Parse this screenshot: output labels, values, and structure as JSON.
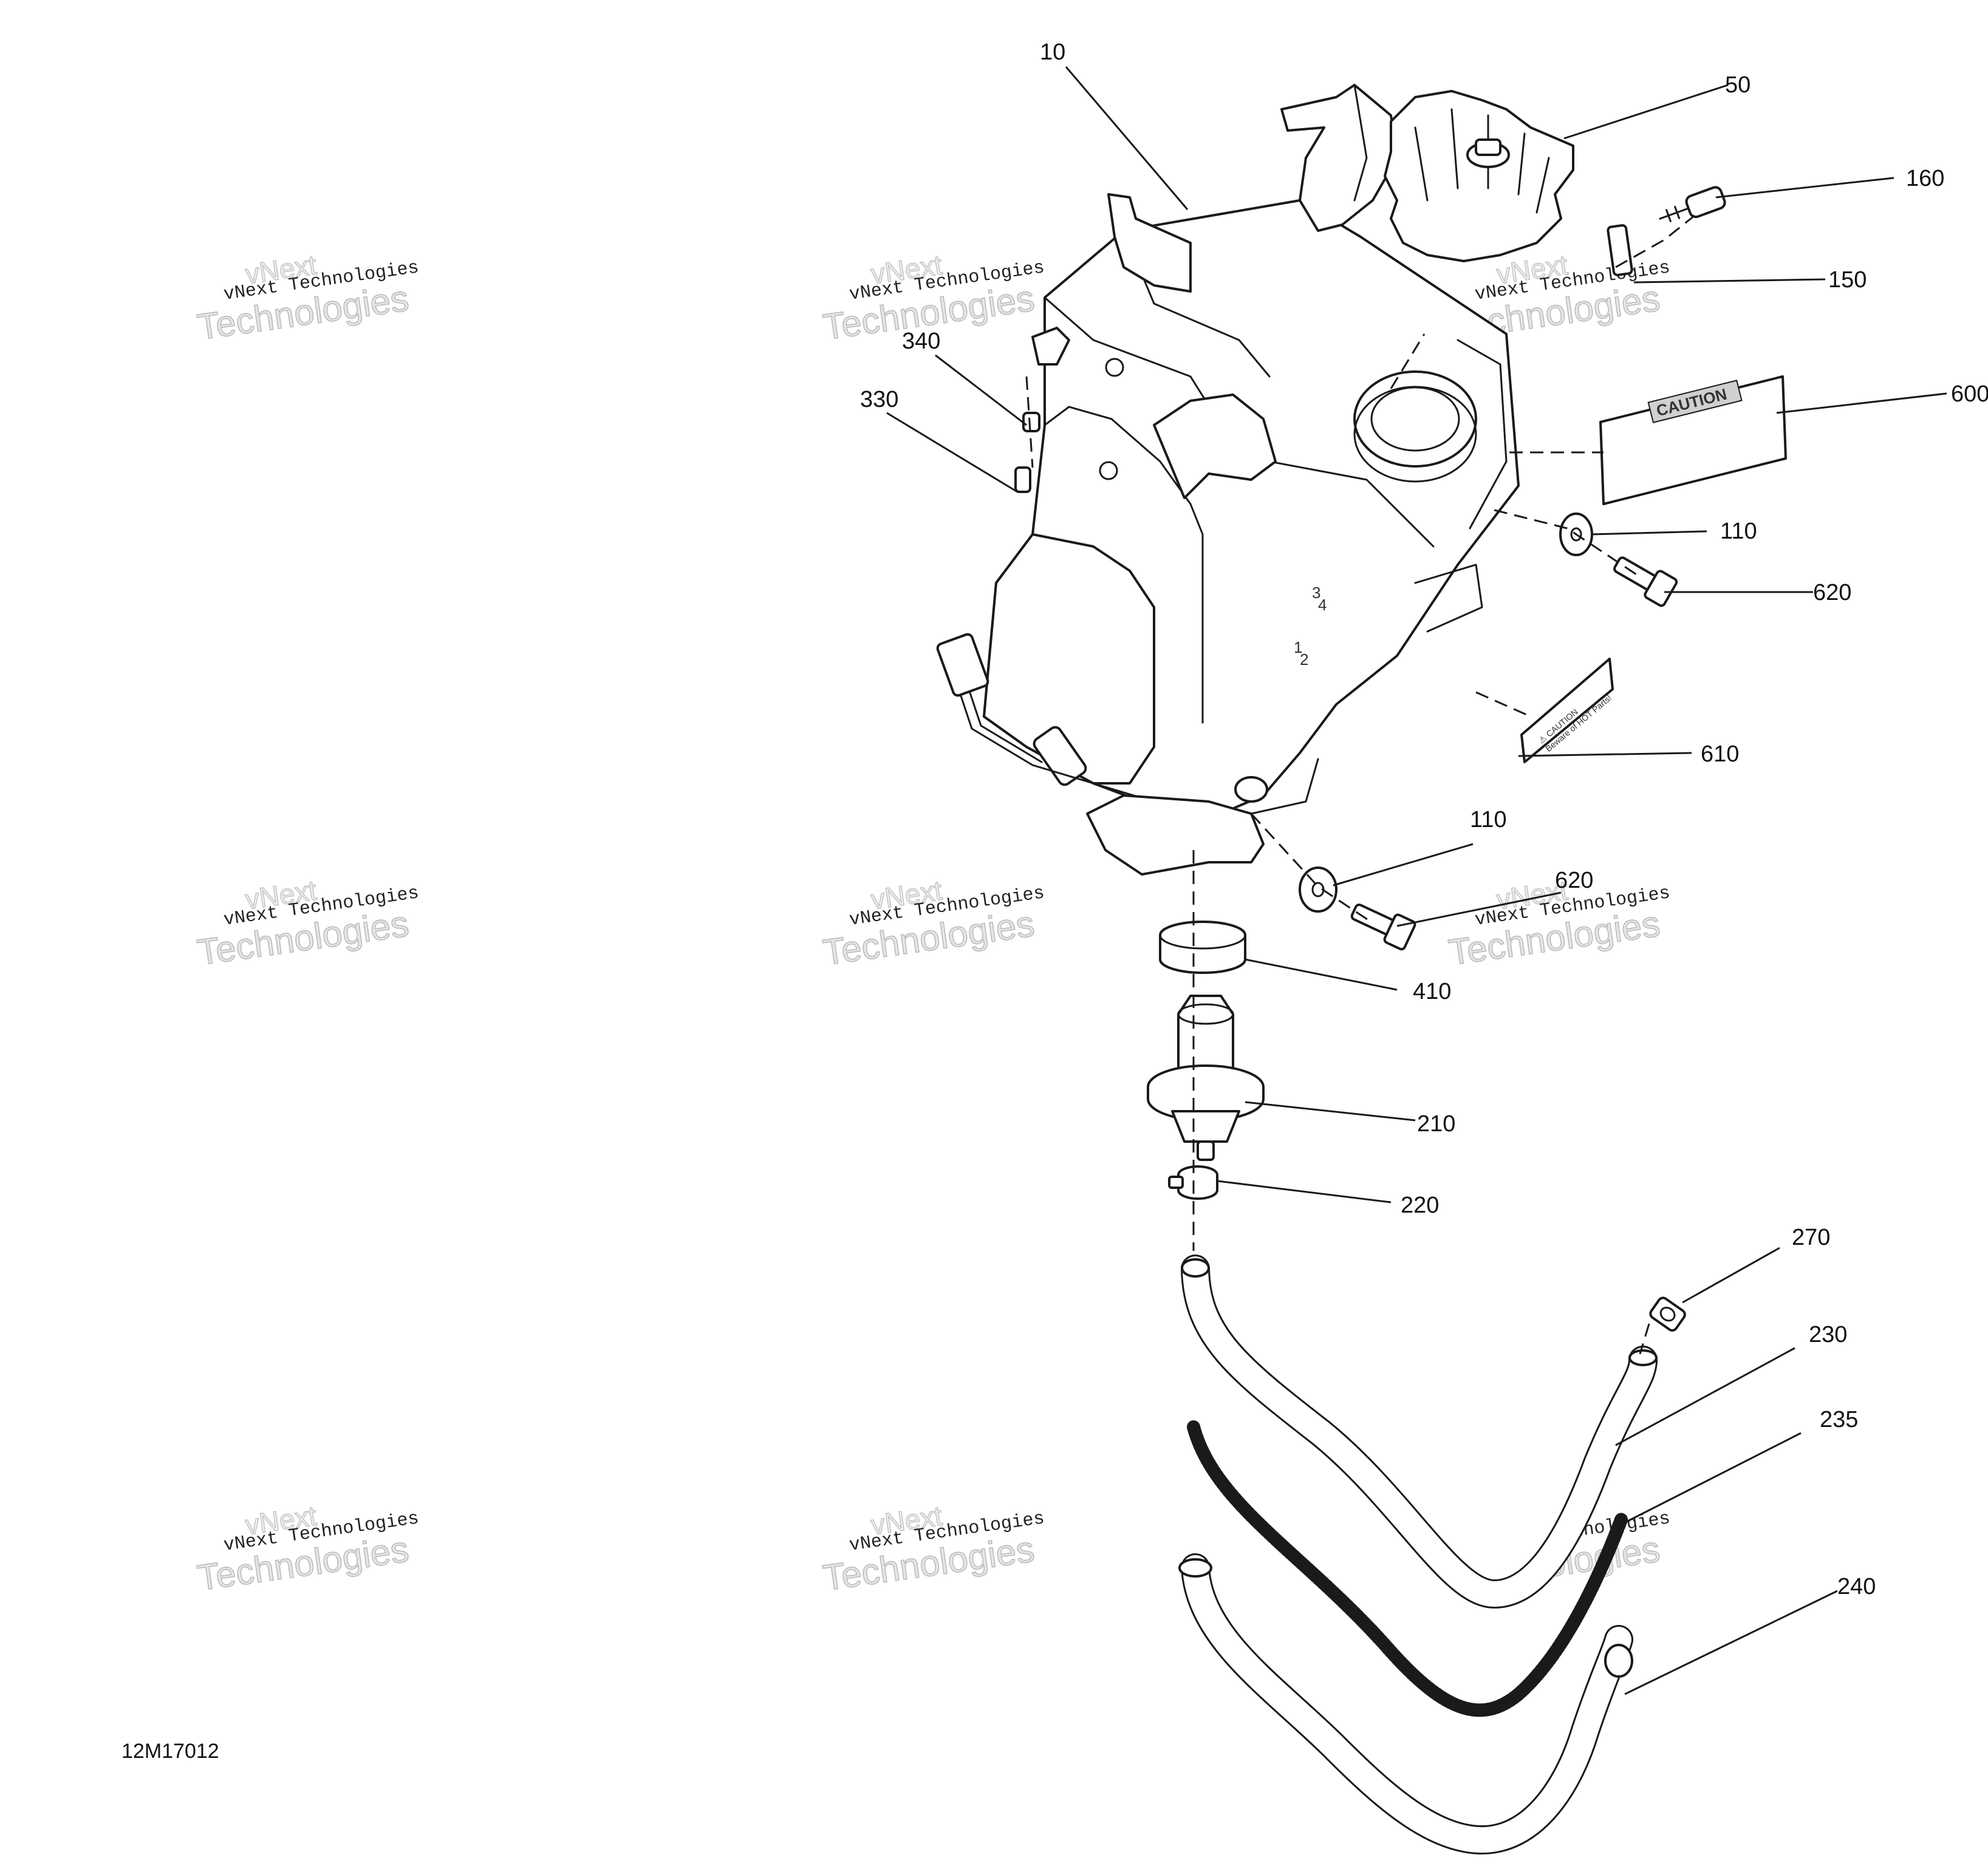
{
  "figure_id": "12M17012",
  "watermark_text": "vNext Technologies",
  "watermark_big": [
    "vNext",
    "Technologies"
  ],
  "label_600_text": "CAUTION",
  "label_610_lines": [
    "⚠ CAUTION",
    "Beware of HOT Parts!"
  ],
  "callouts": {
    "c10": "10",
    "c50": "50",
    "c160": "160",
    "c150": "150",
    "c600": "600",
    "c340": "340",
    "c330": "330",
    "c110a": "110",
    "c620a": "620",
    "c610": "610",
    "c110b": "110",
    "c620b": "620",
    "c410": "410",
    "c210": "210",
    "c220": "220",
    "c270": "270",
    "c230": "230",
    "c235": "235",
    "c240": "240"
  }
}
